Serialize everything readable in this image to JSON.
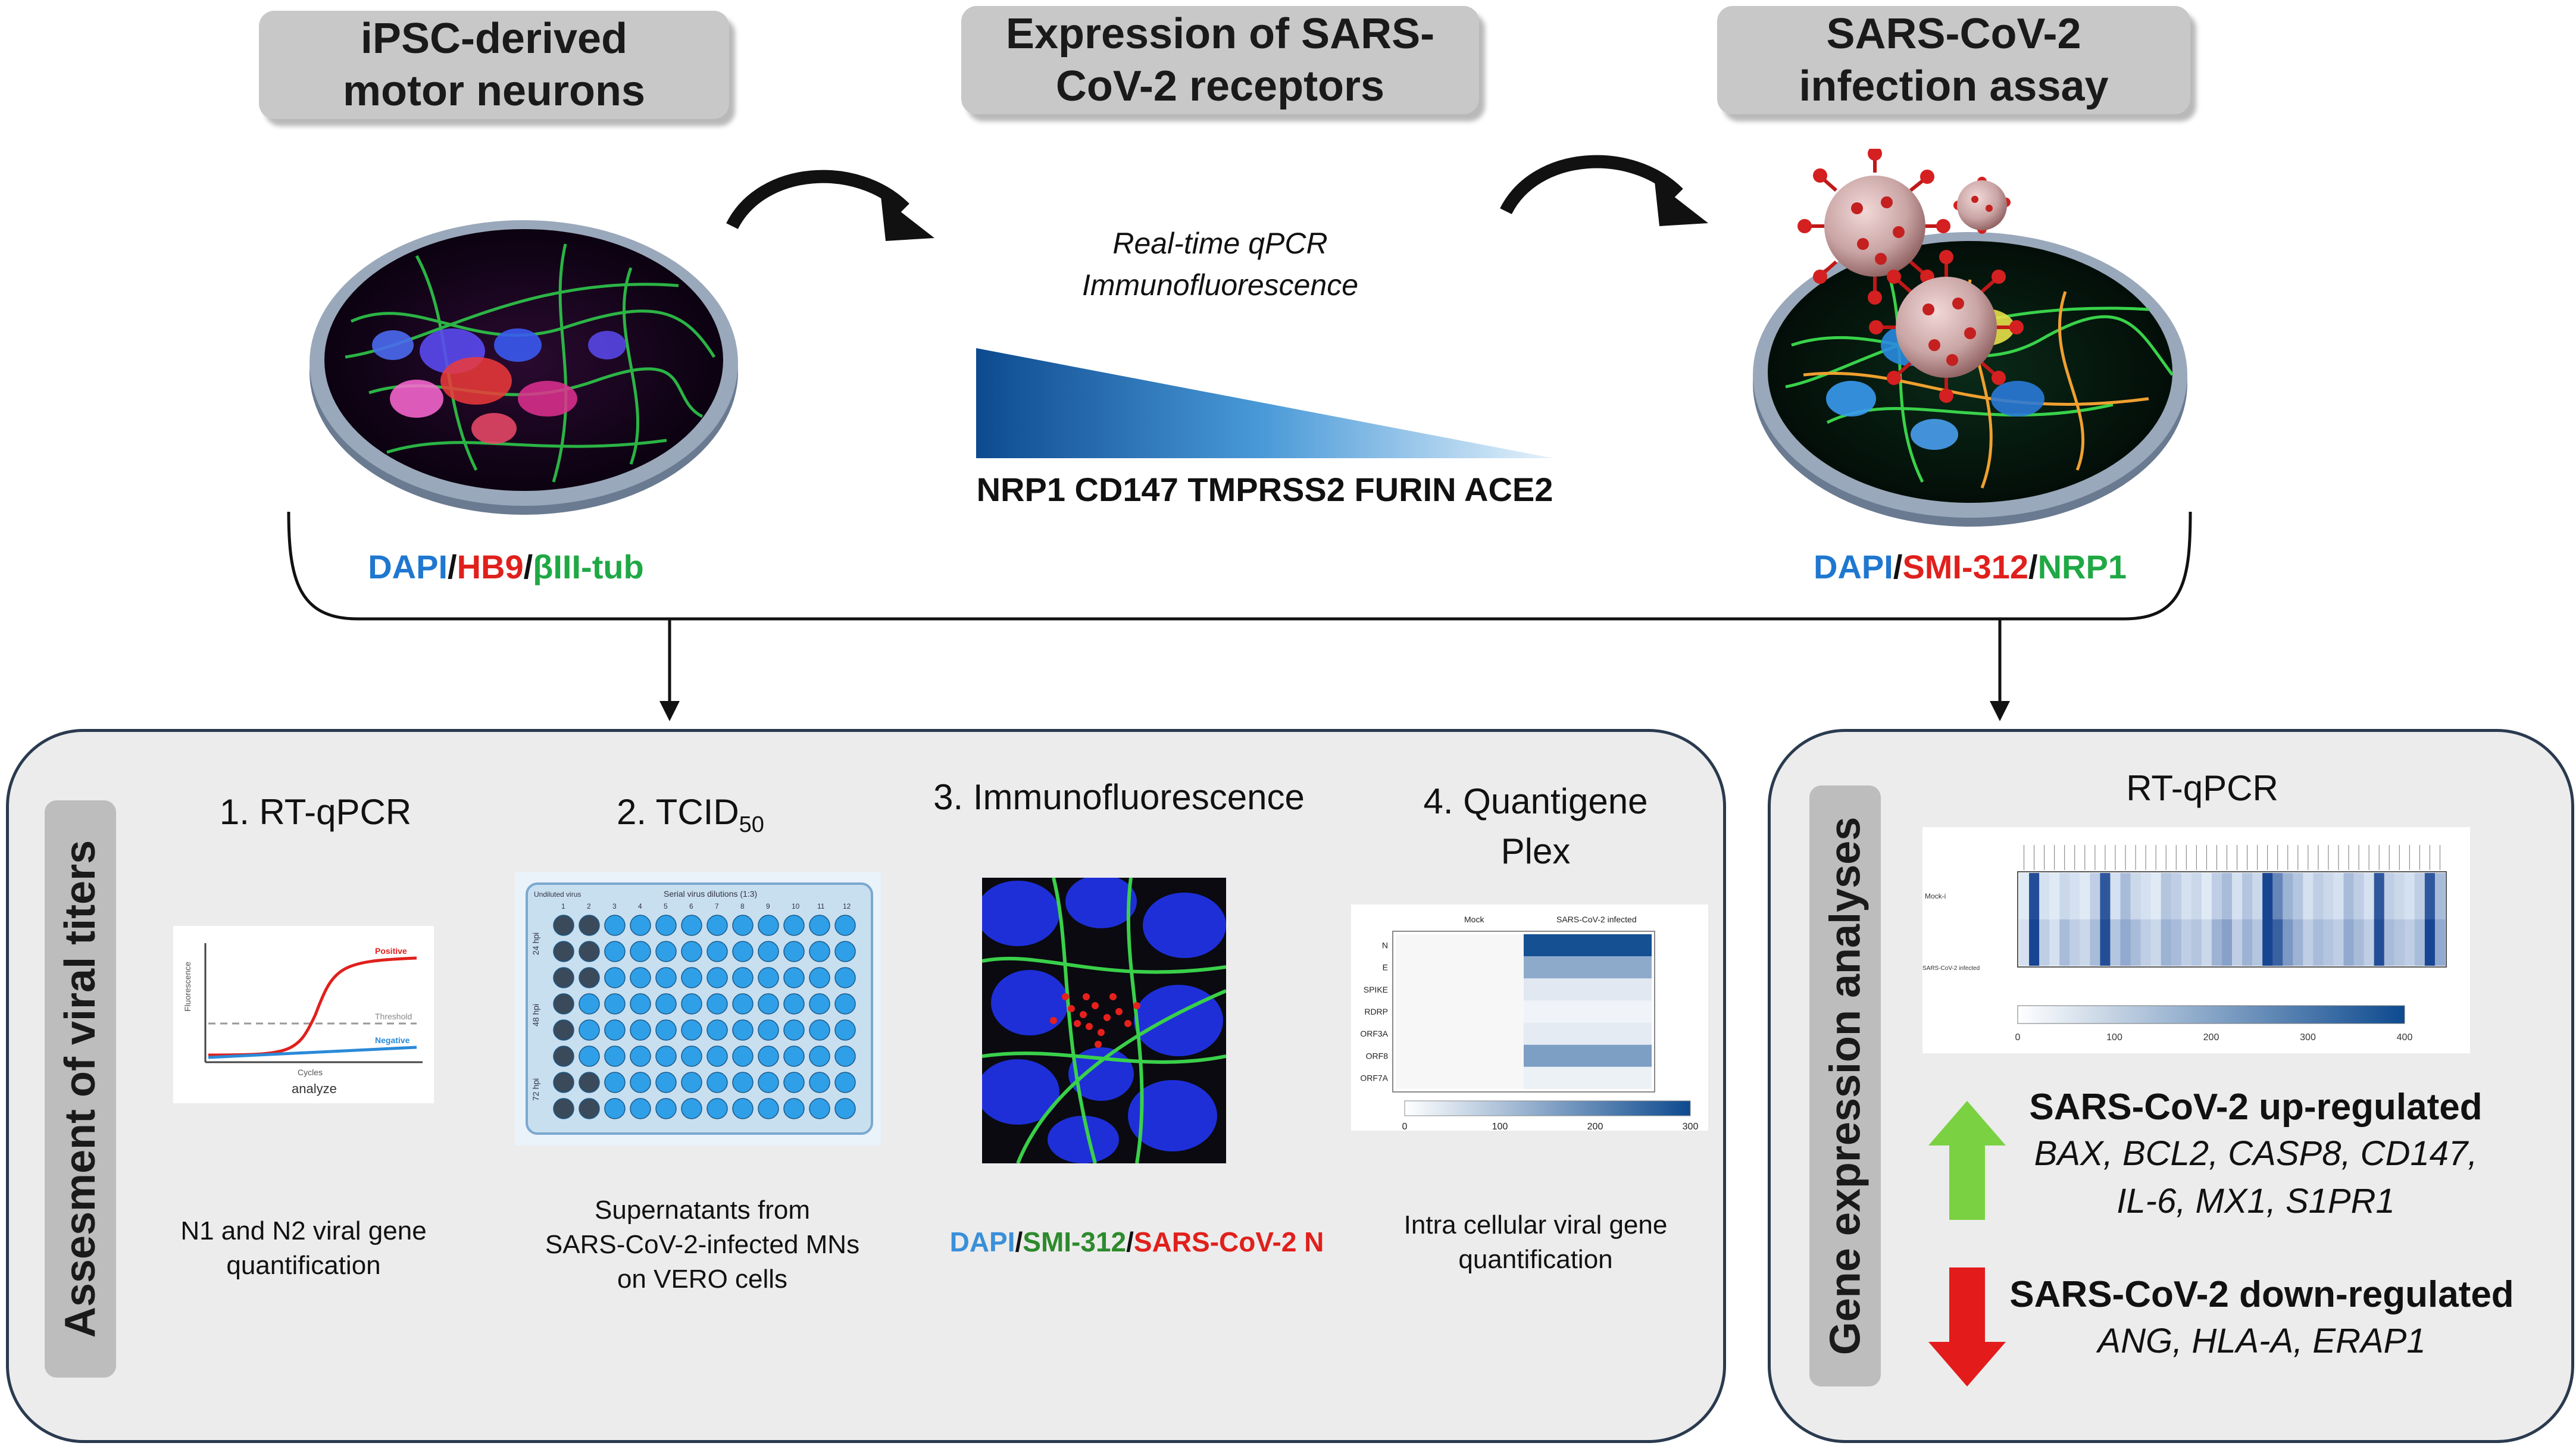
{
  "top": {
    "box1": {
      "line1": "iPSC-derived",
      "line2": "motor neurons"
    },
    "box2": {
      "line1": "Expression of SARS-",
      "line2": "CoV-2 receptors"
    },
    "box3": {
      "line1": "SARS-CoV-2",
      "line2": "infection assay"
    },
    "methods": {
      "line1": "Real-time qPCR",
      "line2": "Immunofluorescence"
    },
    "genes": "NRP1 CD147 TMPRSS2 FURIN ACE2",
    "left_stain": {
      "a": "DAPI",
      "s1": "/",
      "b": "HB9",
      "s2": "/",
      "c": "βIII-tub"
    },
    "right_stain": {
      "a": "DAPI",
      "s1": "/",
      "b": "SMI-312",
      "s2": "/",
      "c": "NRP1"
    }
  },
  "left_panel": {
    "title": "Assesment of viral titers",
    "step1": {
      "title": "1. RT-qPCR",
      "caption1": "N1 and N2 viral gene",
      "caption2": "quantification"
    },
    "step2": {
      "title_main": "2. TCID",
      "title_sub": "50",
      "caption1": "Supernatants from",
      "caption2": "SARS-CoV-2-infected MNs",
      "caption3": "on VERO cells"
    },
    "step3": {
      "title": "3. Immunofluorescence",
      "stain_a": "DAPI",
      "s1": "/",
      "stain_b": "SMI-312",
      "s2": "/",
      "stain_c": "SARS-CoV-2  N"
    },
    "step4": {
      "title1": "4. Quantigene",
      "title2": "Plex",
      "caption1": "Intra cellular viral gene",
      "caption2": "quantification"
    },
    "pcr_plot": {
      "ylabel": "Fluorescence",
      "xlabel": "Cycles",
      "positive": "Positive",
      "threshold": "Threshold",
      "negative": "Negative",
      "footer": "analyze"
    },
    "plate": {
      "col_header": "Serial virus dilutions (1:3)",
      "undiluted": "Undiluted virus",
      "rows": [
        "24 hpi",
        "48 hpi",
        "72 hpi"
      ],
      "cols": [
        "1",
        "2",
        "3",
        "4",
        "5",
        "6",
        "7",
        "8",
        "9",
        "10",
        "11",
        "12"
      ]
    },
    "heatmap": {
      "col1": "Mock",
      "col2": "SARS-CoV-2 infected",
      "rows": [
        "N",
        "E",
        "SPIKE",
        "RDRP",
        "ORF3A",
        "ORF8",
        "ORF7A"
      ],
      "scale": [
        "0",
        "100",
        "200",
        "300"
      ],
      "values": [
        310,
        150,
        40,
        20,
        35,
        170,
        25
      ]
    }
  },
  "right_panel": {
    "title": "Gene expression analyses",
    "heading": "RT-qPCR",
    "row1": "Mock-i",
    "row2": "SARS-CoV-2 infected",
    "scale": [
      "0",
      "100",
      "200",
      "300",
      "400"
    ],
    "up_title": "SARS-CoV-2 up-regulated",
    "up_genes1": "BAX, BCL2, CASP8, CD147,",
    "up_genes2": "IL-6, MX1, S1PR1",
    "down_title": "SARS-CoV-2 down-regulated",
    "down_genes": "ANG, HLA-A, ERAP1"
  },
  "colors": {
    "panel_bg": "#ececec",
    "panel_border": "#2a3a4f",
    "title_box": "#c8c8c8",
    "up_arrow": "#7ad142",
    "down_arrow": "#e31b1b"
  }
}
